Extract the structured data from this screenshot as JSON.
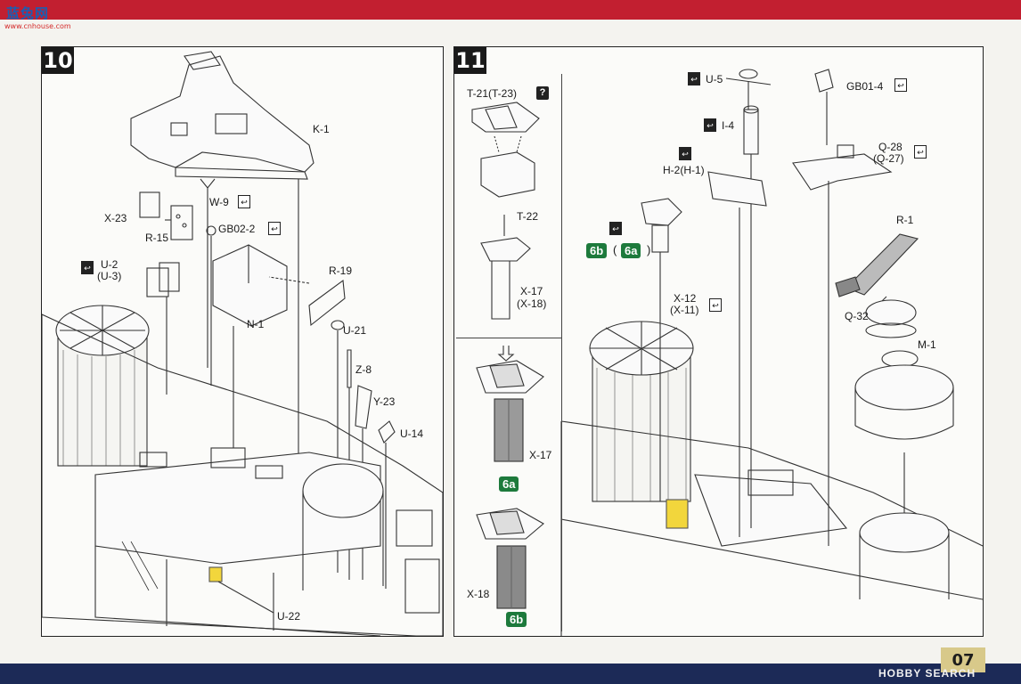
{
  "brand": {
    "logo_cn": "蓝兔网",
    "logo_url": "www.cnhouse.com"
  },
  "steps": [
    {
      "number": "10",
      "labels": {
        "k1": "K-1",
        "w9": "W-9",
        "x23": "X-23",
        "r15": "R-15",
        "gb022": "GB02-2",
        "u2": "U-2",
        "u3": "(U-3)",
        "r19": "R-19",
        "n1": "N-1",
        "u21": "U-21",
        "z8": "Z-8",
        "y23": "Y-23",
        "u14": "U-14",
        "u22": "U-22"
      }
    },
    {
      "number": "11",
      "labels": {
        "t21": "T-21(T-23)",
        "t22": "T-22",
        "x17a": "X-17",
        "x18a": "(X-18)",
        "x17b": "X-17",
        "x18b": "X-18",
        "badge6a": "6a",
        "badge6b": "6b",
        "u5": "U-5",
        "i4": "I-4",
        "h2": "H-2(H-1)",
        "badge6b_top": "6b",
        "badge6a_top": "6a",
        "x12": "X-12",
        "x11": "(X-11)",
        "gb014": "GB01-4",
        "q28": "Q-28",
        "q27": "(Q-27)",
        "r1": "R-1",
        "q32": "Q-32",
        "m1": "M-1"
      }
    }
  ],
  "icons": {
    "glue": "glue-icon",
    "question": "?"
  },
  "page_number": "07",
  "watermark": "HOBBY SEARCH",
  "colors": {
    "top_band": "#c21f30",
    "bottom_band": "#1c2a57",
    "badge_green": "#1d7a3c",
    "highlight_yellow": "#f2d63c"
  }
}
